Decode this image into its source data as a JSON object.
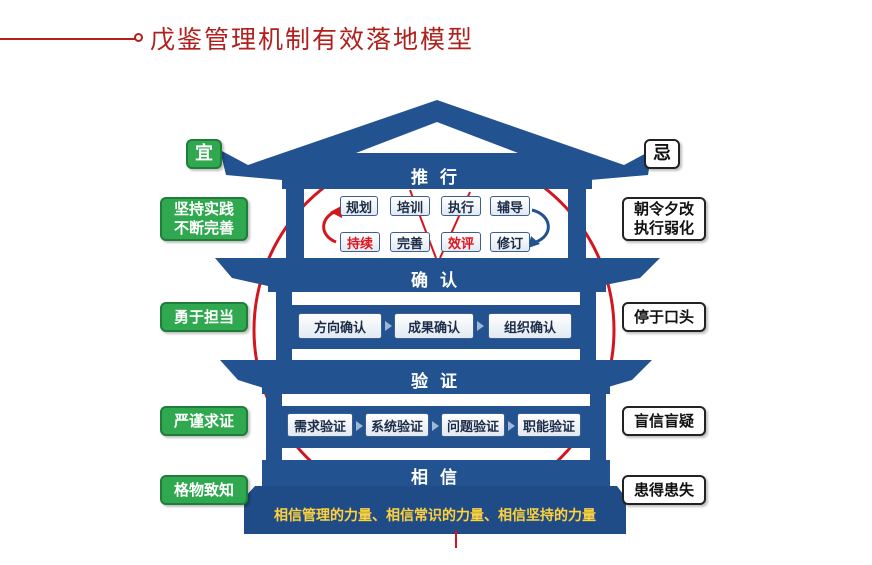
{
  "title": "戊鉴管理机制有效落地模型",
  "left_labels": {
    "yi": "宜",
    "tier1": "坚持实践\n不断完善",
    "tier2": "勇于担当",
    "tier3": "严谨求证",
    "tier4": "格物致知"
  },
  "right_labels": {
    "ji": "忌",
    "tier1": "朝令夕改\n执行弱化",
    "tier2": "停于口头",
    "tier3": "盲信盲疑",
    "tier4": "患得患失"
  },
  "floors": {
    "tuixing": "推行",
    "queren": "确认",
    "yanzheng": "验证",
    "xiangxin": "相信"
  },
  "tuixing_row1": [
    "规划",
    "培训",
    "执行",
    "辅导"
  ],
  "tuixing_row2": [
    "持续",
    "完善",
    "效评",
    "修订"
  ],
  "queren_boxes": [
    "方向确认",
    "成果确认",
    "组织确认"
  ],
  "yanzheng_boxes": [
    "需求验证",
    "系统验证",
    "问题验证",
    "职能验证"
  ],
  "foundation": "相信管理的力量、相信常识的力量、相信坚持的力量",
  "colors": {
    "building": "#22528f",
    "accent_red": "#d3151d",
    "green": "#2fa84f",
    "gold": "#ffd23d"
  }
}
